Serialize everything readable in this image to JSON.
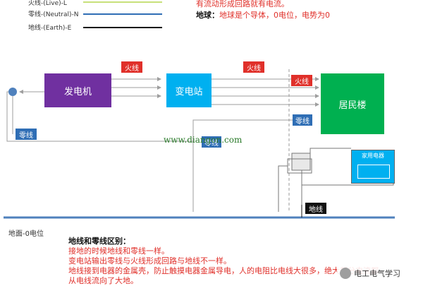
{
  "legend": {
    "live_label": "火线-(Live)-L",
    "neutral_label": "零线-(Neutral)-N",
    "earth_label": "地线-(Earth)-E"
  },
  "notes": {
    "line1": "有流动形成回路就有电流。",
    "earth_title": "地球：",
    "earth_text": "地球是个导体，0电位，电势为0"
  },
  "nodes": {
    "generator": "发电机",
    "substation": "变电站",
    "residence": "居民楼",
    "appliance": "家用电器"
  },
  "tags": {
    "live1": "火线",
    "live2": "火线",
    "live3": "火线",
    "neutral_left": "零线",
    "neutral_mid": "零线",
    "neutral_right": "零线",
    "earth": "地线"
  },
  "ground_label": "地面-0电位",
  "watermark": "www.diangon.com",
  "caption": {
    "title": "地线和零线区别：",
    "lines": [
      "接地的时候地线和零线一样。",
      "变电站输出零线与火线形成回路与地线不一样。",
      "地线接到电器的金属壳，防止触摸电器金属导电，人的电阻比电线大很多，绝大部分电流都",
      "从电线流向了大地。"
    ]
  },
  "brand": "电工电气学习",
  "colors": {
    "generator": "#7030a0",
    "substation": "#00b0f0",
    "residence": "#00b050",
    "live": "#e0302a",
    "neutral": "#2f6eb5",
    "earth": "#111111",
    "ground": "#4f81bd"
  }
}
